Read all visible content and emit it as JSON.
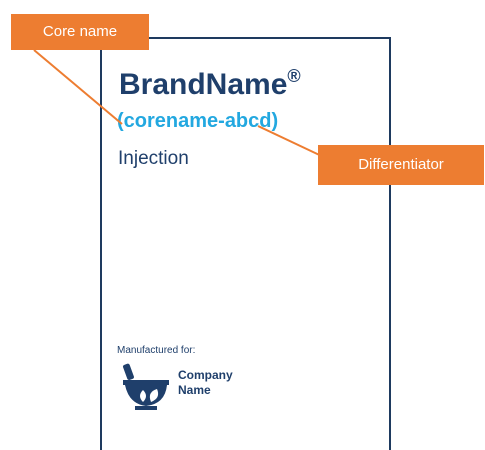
{
  "label": {
    "brand_name": "BrandName",
    "registered_mark": "®",
    "core_name": "(corename-abcd)",
    "dosage_form": "Injection",
    "manufactured_for": "Manufactured for:",
    "company_line1": "Company",
    "company_line2": "Name"
  },
  "callouts": {
    "core_name": "Core name",
    "differentiator": "Differentiator"
  },
  "colors": {
    "callout_fill": "#ed7d31",
    "brand_text": "#1f3f6b",
    "core_name_text": "#23a8e0",
    "panel_border": "#1e3a5f"
  },
  "icons": {
    "logo": "mortar-pestle-leaf-icon"
  }
}
